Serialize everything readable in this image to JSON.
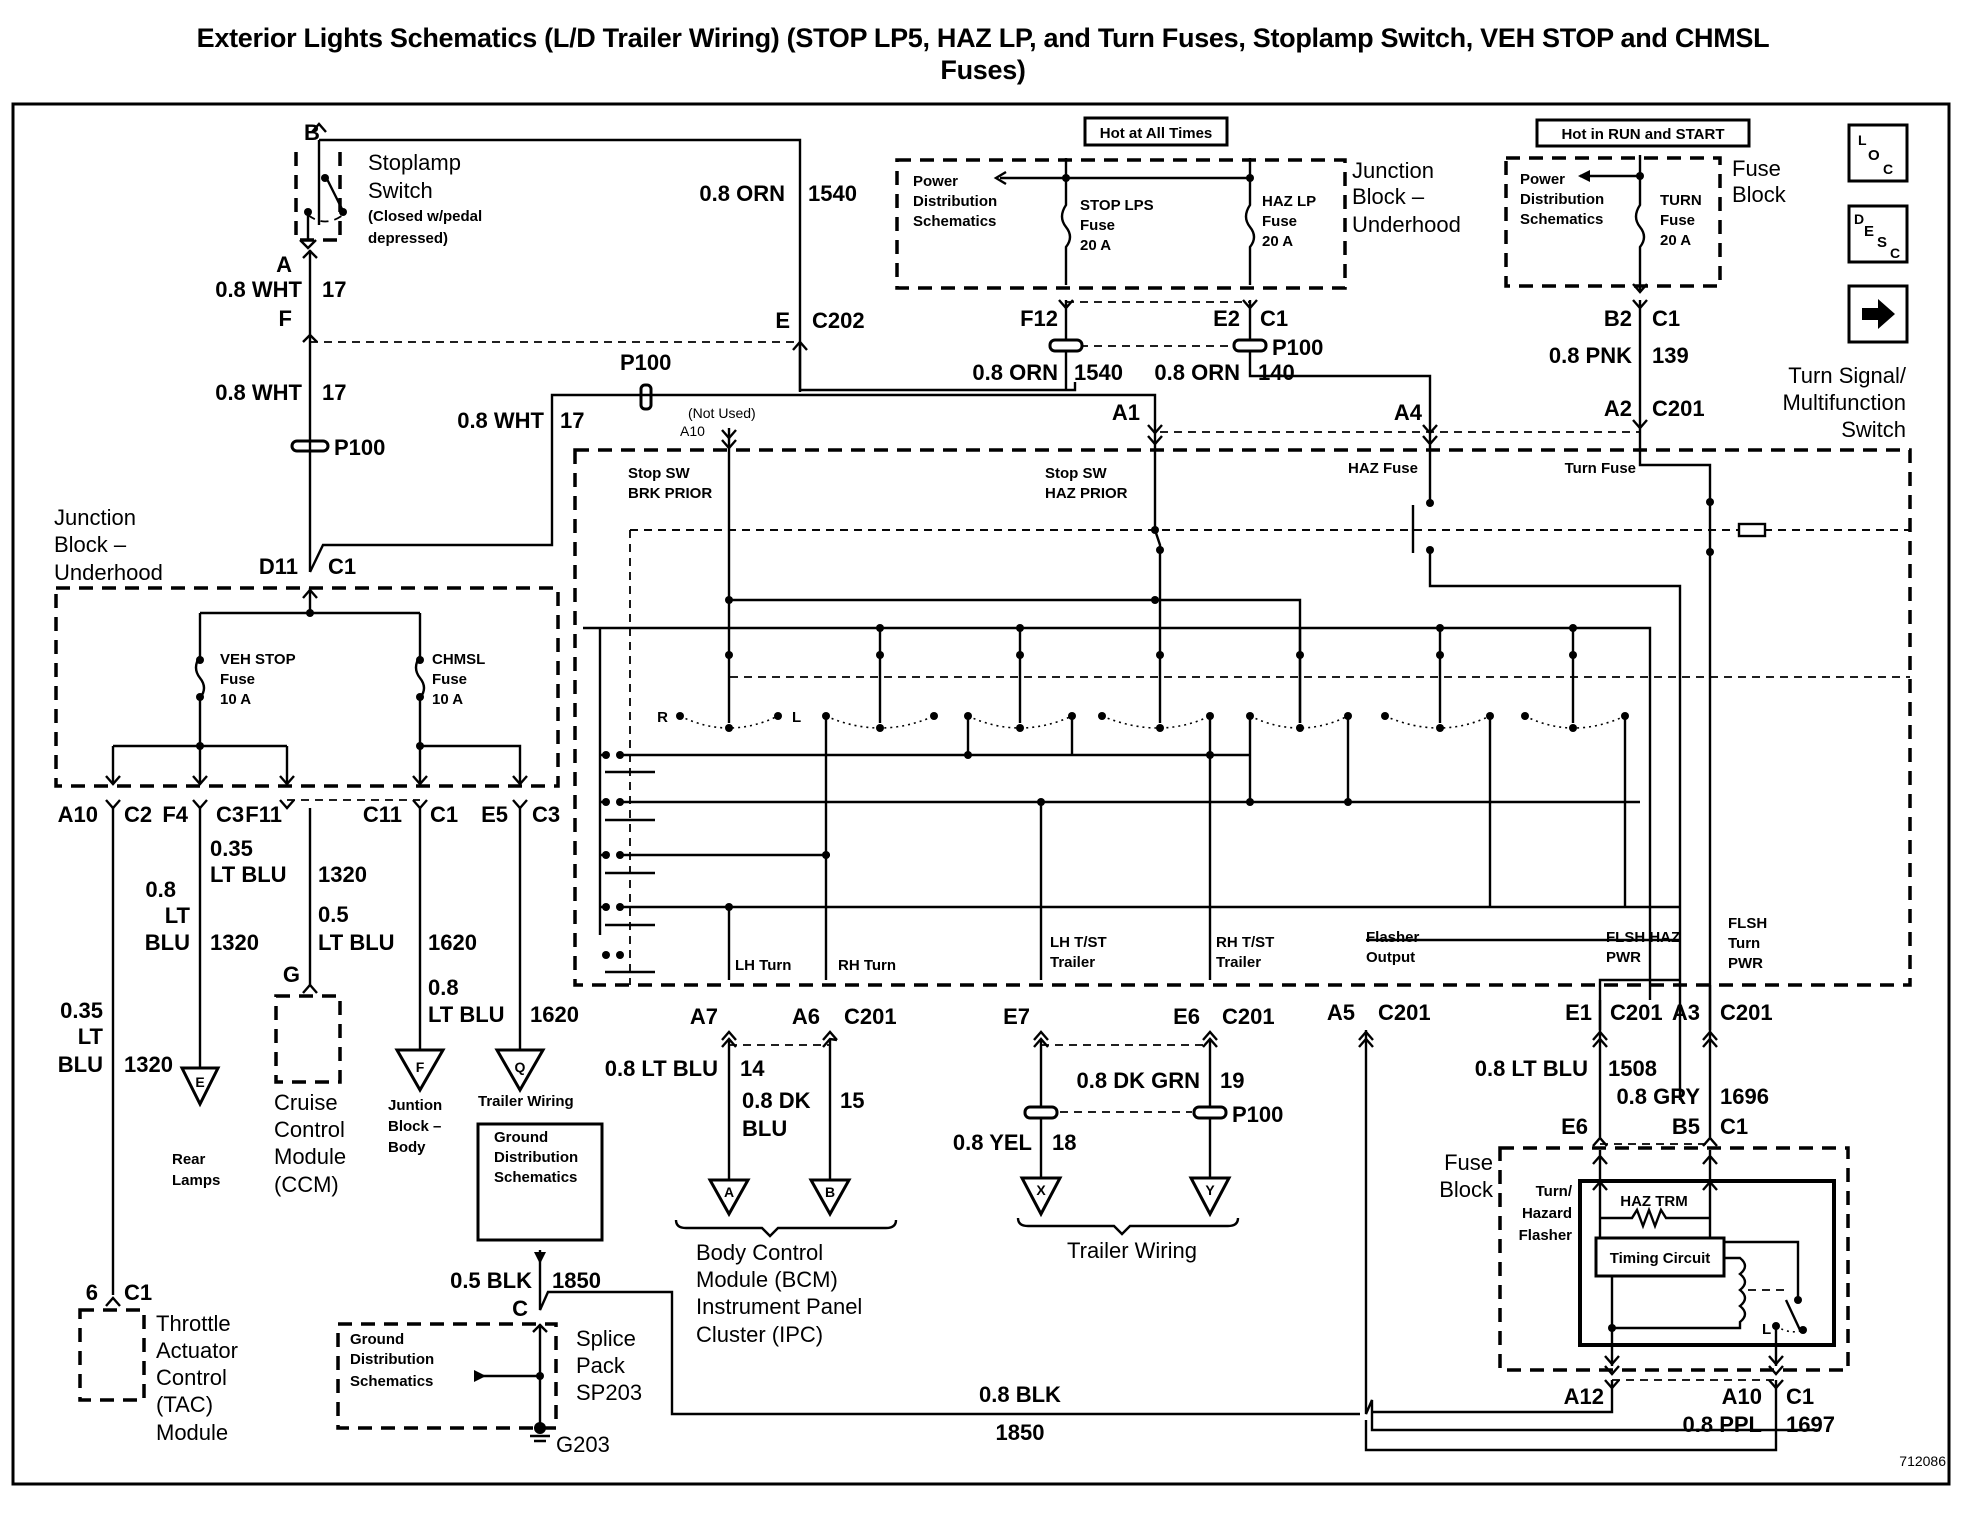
{
  "title": {
    "line1": "Exterior Lights Schematics (L/D Trailer Wiring) (STOP LP5, HAZ LP, and Turn Fuses, Stoplamp Switch, VEH STOP and CHMSL",
    "line2": "Fuses)"
  },
  "nav_icons": {
    "loc": {
      "l1": "L",
      "l2": "O",
      "l3": "C"
    },
    "desc": {
      "l1": "D",
      "l2": "E",
      "l3": "S",
      "l4": "C"
    },
    "next_arrow": "➡"
  },
  "stoplamp_switch": {
    "name_l1": "Stoplamp",
    "name_l2": "Switch",
    "note_l1": "(Closed w/pedal",
    "note_l2": "depressed)",
    "pin_top": "B",
    "pin_bottom": "A"
  },
  "wires": {
    "w17_a": {
      "gauge": "0.8 WHT",
      "circuit": "17"
    },
    "w17_b": {
      "gauge": "0.8 WHT",
      "circuit": "17"
    },
    "w17_c": {
      "gauge": "0.8 WHT",
      "circuit": "17"
    },
    "w1540_top": {
      "gauge": "0.8 ORN",
      "circuit": "1540"
    },
    "w1540_bot": {
      "gauge": "0.8 ORN",
      "circuit": "1540"
    },
    "w140": {
      "gauge": "0.8 ORN",
      "circuit": "140"
    },
    "w139": {
      "gauge": "0.8 PNK",
      "circuit": "139"
    },
    "w1320_a": {
      "g1": "0.35",
      "g2": "LT",
      "g3": "BLU",
      "circuit": "1320"
    },
    "w1320_b": {
      "g1": "0.8",
      "g2": "LT",
      "g3": "BLU",
      "circuit": "1320"
    },
    "w1320_c": {
      "g1": "0.35",
      "g2": "LT BLU",
      "circuit": "1320"
    },
    "w1620_a": {
      "g1": "0.5",
      "g2": "LT BLU",
      "circuit": "1620"
    },
    "w1620_b": {
      "g1": "0.8",
      "g2": "LT BLU",
      "circuit": "1620"
    },
    "w14": {
      "gauge": "0.8 LT BLU",
      "circuit": "14"
    },
    "w15": {
      "g1": "0.8 DK",
      "g2": "BLU",
      "circuit": "15"
    },
    "w19": {
      "gauge": "0.8 DK GRN",
      "circuit": "19"
    },
    "w18": {
      "gauge": "0.8 YEL",
      "circuit": "18"
    },
    "w1508": {
      "gauge": "0.8 LT BLU",
      "circuit": "1508"
    },
    "w1696": {
      "gauge": "0.8 GRY",
      "circuit": "1696"
    },
    "w1850_a": {
      "gauge": "0.5 BLK",
      "circuit": "1850"
    },
    "w1850_b": {
      "gauge": "0.8 BLK",
      "circuit": "1850"
    },
    "w1697": {
      "gauge": "0.8 PPL",
      "circuit": "1697"
    }
  },
  "connectors": {
    "F": "F",
    "E": "E",
    "C202": "C202",
    "F12": "F12",
    "E2": "E2",
    "C1": "C1",
    "P100": "P100",
    "B2": "B2",
    "A1": "A1",
    "A4": "A4",
    "A2": "A2",
    "C201": "C201",
    "A10_nu": "A10",
    "not_used": "(Not Used)",
    "D11": "D11",
    "A10": "A10",
    "C2": "C2",
    "F4": "F4",
    "C3": "C3",
    "F11": "F11",
    "C11": "C11",
    "E5": "E5",
    "G": "G",
    "A7": "A7",
    "A6": "A6",
    "E7": "E7",
    "E6": "E6",
    "A5": "A5",
    "E1": "E1",
    "A3": "A3",
    "E6b": "E6",
    "B5": "B5",
    "six": "6",
    "C": "C",
    "A12": "A12",
    "A10b": "A10",
    "G203": "G203"
  },
  "junction_block_top": {
    "hot_label": "Hot at All Times",
    "pd_l1": "Power",
    "pd_l2": "Distribution",
    "pd_l3": "Schematics",
    "fuse1": {
      "l1": "STOP LPS",
      "l2": "Fuse",
      "l3": "20 A"
    },
    "fuse2": {
      "l1": "HAZ LP",
      "l2": "Fuse",
      "l3": "20 A"
    },
    "name_l1": "Junction",
    "name_l2": "Block –",
    "name_l3": "Underhood"
  },
  "fuse_block_top": {
    "hot_label": "Hot in RUN and START",
    "pd_l1": "Power",
    "pd_l2": "Distribution",
    "pd_l3": "Schematics",
    "fuse": {
      "l1": "TURN",
      "l2": "Fuse",
      "l3": "20 A"
    },
    "name_l1": "Fuse",
    "name_l2": "Block"
  },
  "turn_switch": {
    "name_l1": "Turn Signal/",
    "name_l2": "Multifunction",
    "name_l3": "Switch",
    "stop_brk_l1": "Stop SW",
    "stop_brk_l2": "BRK PRIOR",
    "stop_haz_l1": "Stop SW",
    "stop_haz_l2": "HAZ PRIOR",
    "haz_fuse": "HAZ Fuse",
    "turn_fuse": "Turn Fuse",
    "R": "R",
    "L": "L",
    "lh_turn": "LH Turn",
    "rh_turn": "RH Turn",
    "lh_tst_l1": "LH T/ST",
    "lh_tst_l2": "Trailer",
    "rh_tst_l1": "RH T/ST",
    "rh_tst_l2": "Trailer",
    "flasher_l1": "Flasher",
    "flasher_l2": "Output",
    "flsh_haz_l1": "FLSH HAZ",
    "flsh_haz_l2": "PWR",
    "flsh_turn_l1": "FLSH",
    "flsh_turn_l2": "Turn",
    "flsh_turn_l3": "PWR"
  },
  "junction_block_left": {
    "name_l1": "Junction",
    "name_l2": "Block –",
    "name_l3": "Underhood",
    "fuse1": {
      "l1": "VEH STOP",
      "l2": "Fuse",
      "l3": "10 A"
    },
    "fuse2": {
      "l1": "CHMSL",
      "l2": "Fuse",
      "l3": "10 A"
    }
  },
  "destinations": {
    "E": {
      "letter": "E",
      "l1": "Rear",
      "l2": "Lamps"
    },
    "F": {
      "letter": "F",
      "l1": "Juntion",
      "l2": "Block –",
      "l3": "Body"
    },
    "Q": {
      "letter": "Q",
      "l1": "Trailer Wiring"
    },
    "A": {
      "letter": "A"
    },
    "B": {
      "letter": "B"
    },
    "X": {
      "letter": "X"
    },
    "Y": {
      "letter": "Y"
    },
    "bcm_l1": "Body Control",
    "bcm_l2": "Module (BCM)",
    "bcm_l3": "Instrument Panel",
    "bcm_l4": "Cluster (IPC)",
    "trailer": "Trailer Wiring"
  },
  "ccm": {
    "l1": "Cruise",
    "l2": "Control",
    "l3": "Module",
    "l4": "(CCM)"
  },
  "tac": {
    "l1": "Throttle",
    "l2": "Actuator",
    "l3": "Control",
    "l4": "(TAC)",
    "l5": "Module"
  },
  "ground_box": {
    "l1": "Ground",
    "l2": "Distribution",
    "l3": "Schematics"
  },
  "splice_pack": {
    "gd_l1": "Ground",
    "gd_l2": "Distribution",
    "gd_l3": "Schematics",
    "name_l1": "Splice",
    "name_l2": "Pack",
    "name_l3": "SP203"
  },
  "fuse_block_bottom": {
    "name_l1": "Fuse",
    "name_l2": "Block",
    "flasher_l1": "Turn/",
    "flasher_l2": "Hazard",
    "flasher_l3": "Flasher",
    "haz_trm": "HAZ TRM",
    "timing": "Timing Circuit",
    "L": "L"
  },
  "figure_id": "712086"
}
